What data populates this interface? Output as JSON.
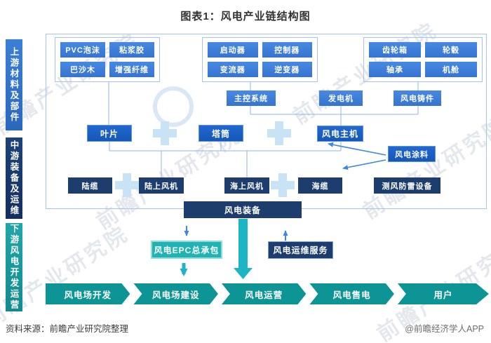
{
  "title": "图表1：风电产业链结构图",
  "stages": [
    {
      "label": "上游材料及部件"
    },
    {
      "label": "中游装备及运维"
    },
    {
      "label": "下游风电开发运营"
    }
  ],
  "component_groups": [
    {
      "name": "blade-materials",
      "items": [
        "PVC泡沫",
        "粘浆胶",
        "巴沙木",
        "增强纤维"
      ]
    },
    {
      "name": "electrical-control",
      "items": [
        "启动器",
        "控制器",
        "变流器",
        "逆变器"
      ]
    },
    {
      "name": "drivetrain",
      "items": [
        "齿轮箱",
        "轮毂",
        "轴承",
        "机舱"
      ]
    }
  ],
  "nodes": {
    "main_control": "主控系统",
    "generator": "发电机",
    "castings": "风电铸件",
    "blade": "叶片",
    "tower": "塔筒",
    "main_unit": "风电主机",
    "coatings": "风电涂料",
    "land_cable": "陆缆",
    "onshore_turbine": "陆上风机",
    "offshore_turbine": "海上风机",
    "sea_cable": "海缆",
    "wind_measure_lightning": "测风防雷设备",
    "equipment": "风电装备",
    "epc": "风电EPC总承包",
    "om_service": "风电运维服务"
  },
  "chevron": [
    "风电场开发",
    "风电场建设",
    "风电运营",
    "风电售电",
    "用户"
  ],
  "footer": {
    "source": "资料来源：前瞻产业研究院整理",
    "credit": "@前瞻经济学人APP"
  },
  "watermark": {
    "text": "前瞻产业研究院"
  },
  "colors": {
    "component_blue": "#3d7ed9",
    "primary_blue": "#1a5fc4",
    "navy": "#1c3d6e",
    "teal": "#1fb3b3",
    "chevron_teal": "#0d9595",
    "connector": "#8fb4e4",
    "plus": "#c9e3f6",
    "arrow_blue": "#3f86e0",
    "arrow_teal": "#1db4c4"
  }
}
